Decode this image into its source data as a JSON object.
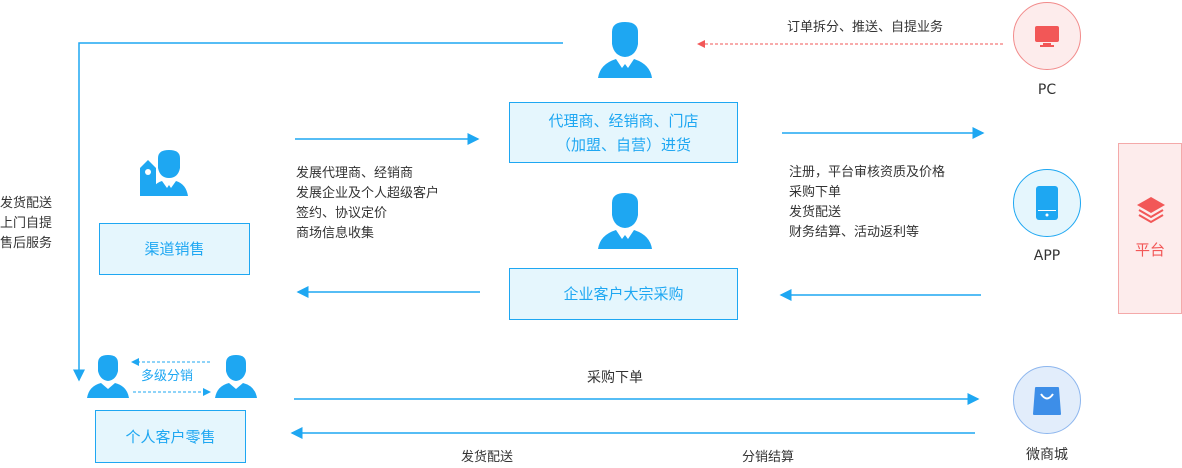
{
  "colors": {
    "blue": "#1ea7f2",
    "red": "#f25757",
    "box_fill": "#e5f6fd",
    "platform_fill": "#fdecec"
  },
  "boxes": {
    "dealer": [
      "代理商、经销商、门店",
      "（加盟、自营）进货"
    ],
    "channel": "渠道销售",
    "enterprise": "企业客户大宗采购",
    "retail": "个人客户零售"
  },
  "notes": {
    "left_side": [
      "发货配送",
      "上门自提",
      "售后服务"
    ],
    "channel_tasks": [
      "发展代理商、经销商",
      "发展企业及个人超级客户",
      "签约、协议定价",
      "商场信息收集"
    ],
    "platform_tasks": [
      "注册，平台审核资质及价格",
      "采购下单",
      "发货配送",
      "财务结算、活动返利等"
    ],
    "order_split": "订单拆分、推送、自提业务",
    "multi_level": "多级分销",
    "purchase_order": "采购下单",
    "delivery": "发货配送",
    "settlement": "分销结算"
  },
  "clients": [
    {
      "label": "PC",
      "icon": "monitor-icon"
    },
    {
      "label": "APP",
      "icon": "mobile-phone-icon"
    },
    {
      "label": "微商城",
      "icon": "shopping-bag-icon"
    }
  ],
  "platform": {
    "label": "平台",
    "icon": "layers-icon"
  }
}
